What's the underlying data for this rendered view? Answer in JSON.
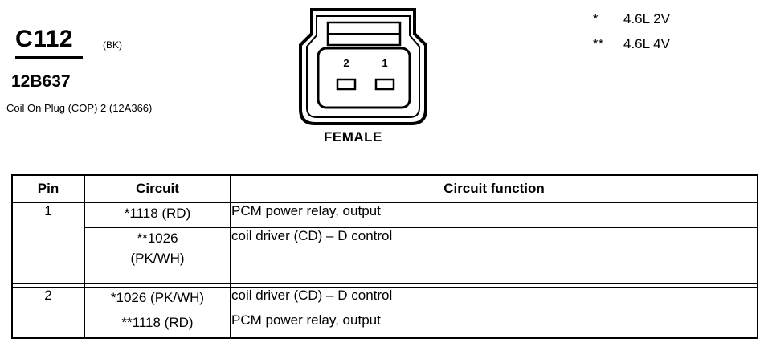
{
  "header": {
    "connector_id": "C112",
    "connector_color": "(BK)",
    "part_number": "12B637",
    "description": "Coil On Plug (COP) 2 (12A366)"
  },
  "connector": {
    "view": "FEMALE",
    "pin_labels": [
      "2",
      "1"
    ]
  },
  "legend": [
    {
      "symbol": "*",
      "text": "4.6L 2V"
    },
    {
      "symbol": "**",
      "text": "4.6L 4V"
    }
  ],
  "table": {
    "headers": [
      "Pin",
      "Circuit",
      "Circuit function"
    ],
    "rows": [
      {
        "pin": "1",
        "circuit": "*1118 (RD)",
        "function": "PCM power relay, output"
      },
      {
        "pin": "",
        "circuit_line1": "**1026",
        "circuit_line2": "(PK/WH)",
        "function": "coil driver (CD) – D control"
      },
      {
        "pin": "2",
        "circuit": "*1026 (PK/WH)",
        "function": "coil driver (CD) – D control"
      },
      {
        "pin": "",
        "circuit": "**1118 (RD)",
        "function": "PCM power relay, output"
      }
    ]
  }
}
